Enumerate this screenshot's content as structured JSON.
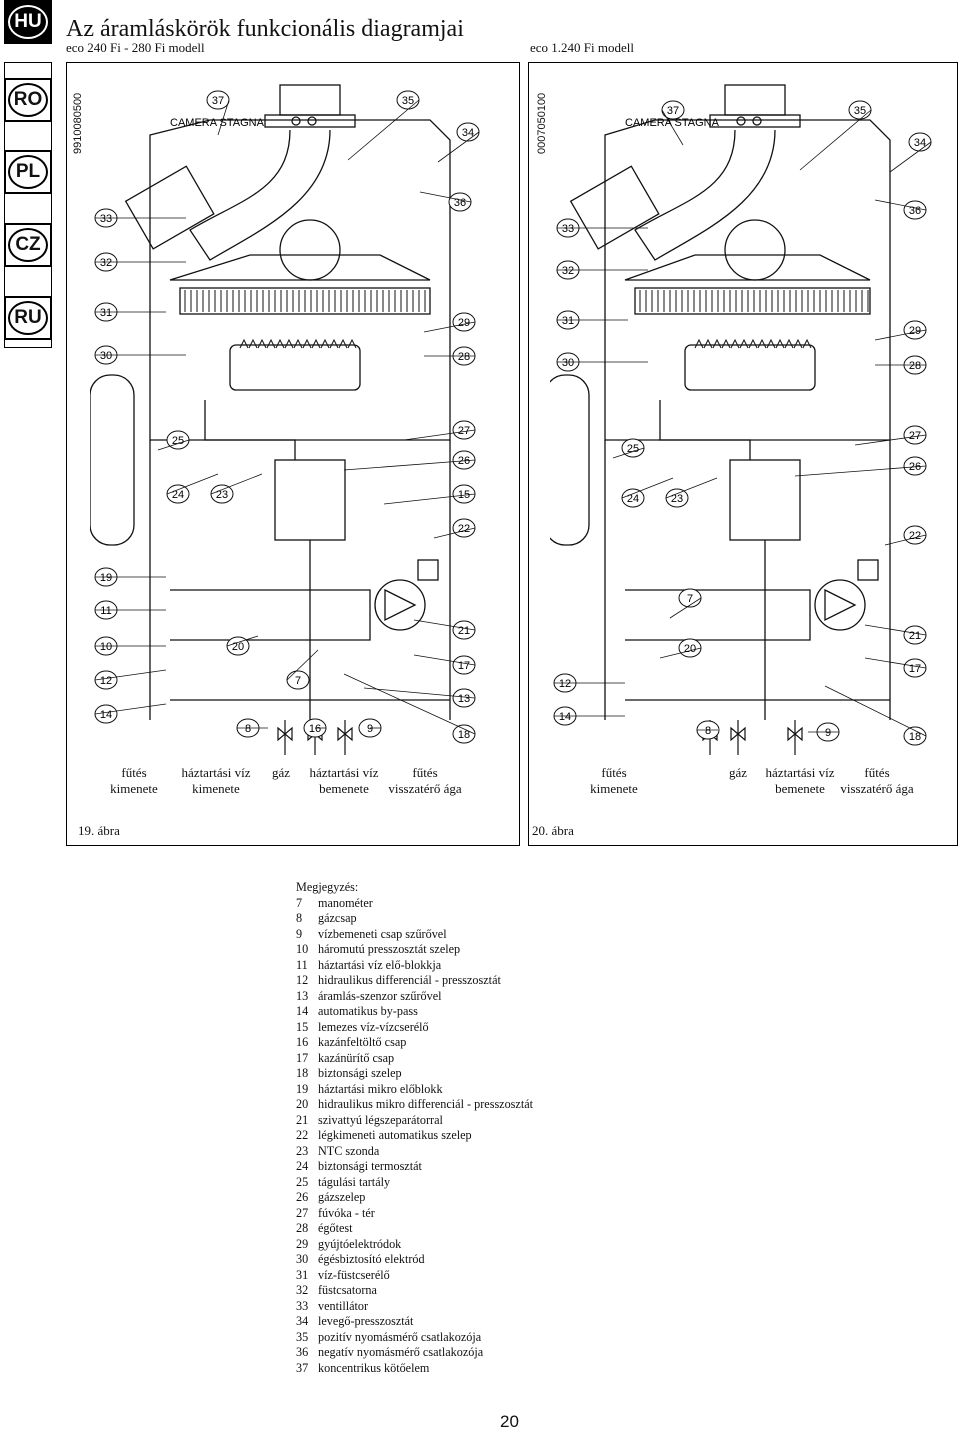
{
  "languages": [
    {
      "code": "HU",
      "active": true
    },
    {
      "code": "RO",
      "active": false
    },
    {
      "code": "PL",
      "active": false
    },
    {
      "code": "CZ",
      "active": false
    },
    {
      "code": "RU",
      "active": false
    }
  ],
  "title": "Az áramláskörök funkcionális diagramjai",
  "left_panel": {
    "model": "eco 240 Fi - 280 Fi modell",
    "code": "9910080500",
    "figure": "19. ábra",
    "camera_label": "CAMERA STAGNA",
    "connections": [
      {
        "top": "fűtés",
        "bottom": "kimenete"
      },
      {
        "top": "háztartási víz",
        "bottom": "kimenete"
      },
      {
        "top": "gáz",
        "bottom": ""
      },
      {
        "top": "háztartási víz",
        "bottom": "bemenete"
      },
      {
        "top": "fűtés",
        "bottom": "visszatérő ága"
      }
    ],
    "callouts": [
      "37",
      "35",
      "34",
      "36",
      "33",
      "32",
      "31",
      "29",
      "30",
      "28",
      "25",
      "27",
      "26",
      "24",
      "23",
      "15",
      "22",
      "19",
      "11",
      "21",
      "10",
      "20",
      "12",
      "17",
      "7",
      "13",
      "14",
      "8",
      "16",
      "9",
      "18"
    ]
  },
  "right_panel": {
    "model": "eco 1.240 Fi modell",
    "code": "0007050100",
    "figure": "20. ábra",
    "camera_label": "CAMERA STAGNA",
    "connections": [
      {
        "top": "fűtés",
        "bottom": "kimenete"
      },
      {
        "top": "gáz",
        "bottom": ""
      },
      {
        "top": "háztartási víz",
        "bottom": "bemenete"
      },
      {
        "top": "fűtés",
        "bottom": "visszatérő ága"
      }
    ],
    "callouts": [
      "37",
      "35",
      "34",
      "36",
      "33",
      "32",
      "31",
      "29",
      "30",
      "28",
      "27",
      "26",
      "25",
      "24",
      "23",
      "22",
      "7",
      "20",
      "21",
      "17",
      "12",
      "14",
      "8",
      "9",
      "18"
    ]
  },
  "legend": {
    "heading": "Megjegyzés:",
    "items": [
      {
        "num": "7",
        "text": "manométer"
      },
      {
        "num": "8",
        "text": "gázcsap"
      },
      {
        "num": "9",
        "text": "vízbemeneti csap szűrővel"
      },
      {
        "num": "10",
        "text": "háromutú presszosztát szelep"
      },
      {
        "num": "11",
        "text": "háztartási víz elő-blokkja"
      },
      {
        "num": "12",
        "text": "hidraulikus differenciál - presszosztát"
      },
      {
        "num": "13",
        "text": "áramlás-szenzor szűrővel"
      },
      {
        "num": "14",
        "text": "automatikus by-pass"
      },
      {
        "num": "15",
        "text": "lemezes víz-vízcserélő"
      },
      {
        "num": "16",
        "text": "kazánfeltöltő csap"
      },
      {
        "num": "17",
        "text": "kazánürítő csap"
      },
      {
        "num": "18",
        "text": "biztonsági szelep"
      },
      {
        "num": "19",
        "text": "háztartási mikro előblokk"
      },
      {
        "num": "20",
        "text": "hidraulikus mikro differenciál - presszosztát"
      },
      {
        "num": "21",
        "text": "szivattyú légszeparátorral"
      },
      {
        "num": "22",
        "text": "légkimeneti automatikus szelep"
      },
      {
        "num": "23",
        "text": "NTC szonda"
      },
      {
        "num": "24",
        "text": "biztonsági termosztát"
      },
      {
        "num": "25",
        "text": "tágulási tartály"
      },
      {
        "num": "26",
        "text": "gázszelep"
      },
      {
        "num": "27",
        "text": "fúvóka - tér"
      },
      {
        "num": "28",
        "text": "égőtest"
      },
      {
        "num": "29",
        "text": "gyújtóelektródok"
      },
      {
        "num": "30",
        "text": "égésbiztosító elektród"
      },
      {
        "num": "31",
        "text": "víz-füstcserélő"
      },
      {
        "num": "32",
        "text": "füstcsatorna"
      },
      {
        "num": "33",
        "text": "ventillátor"
      },
      {
        "num": "34",
        "text": "levegő-presszosztát"
      },
      {
        "num": "35",
        "text": "pozitív nyomásmérő csatlakozója"
      },
      {
        "num": "36",
        "text": "negatív nyomásmérő csatlakozója"
      },
      {
        "num": "37",
        "text": "koncentrikus kötőelem"
      }
    ]
  },
  "page_number": "20"
}
